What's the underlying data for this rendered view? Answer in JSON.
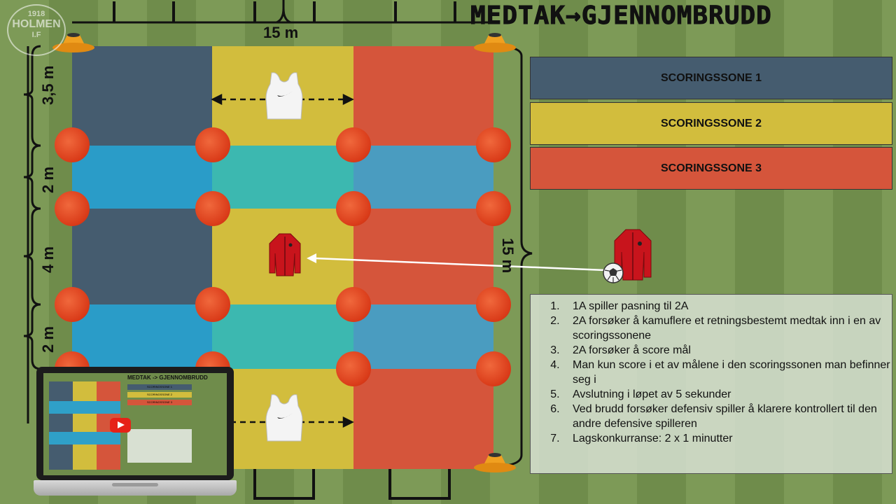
{
  "title": "MEDTAK→GJENNOMBRUDD",
  "logo": {
    "year": "1918",
    "name": "HOLMEN",
    "letters": "I.F"
  },
  "legend": [
    {
      "label": "SCORINGSSONE 1",
      "color": "#455c6f"
    },
    {
      "label": "SCORINGSSONE 2",
      "color": "#d2bd3d"
    },
    {
      "label": "SCORINGSSONE 3",
      "color": "#d5553b"
    }
  ],
  "dimensions": {
    "top_width": "15 m",
    "right_height": "15 m",
    "rows": [
      "3,5 m",
      "2 m",
      "4 m",
      "2 m"
    ]
  },
  "instructions": [
    "1A spiller pasning til 2A",
    "2A forsøker å kamuflere et retningsbestemt medtak inn i en av scoringssonene",
    "2A forsøker å score mål",
    "Man kun score i et av målene i den scoringssonen man befinner seg i",
    "Avslutning i løpet av 5 sekunder",
    "Ved brudd forsøker defensiv spiller å klarere kontrollert til den andre defensive spilleren",
    "Lagskonkurranse: 2 x 1 minutter"
  ],
  "mini_preview": {
    "title": "MEDTAK -> GJENNOMBRUDD",
    "legend": [
      "SCORINGSSONE 1",
      "SCORINGSSONE 2",
      "SCORINGSSONE 3"
    ]
  },
  "colors": {
    "zone1": "#455c6f",
    "zone2": "#d2bd3d",
    "zone3": "#d5553b",
    "cyan": "#2fa0c8",
    "teal": "#3fb8b0"
  }
}
